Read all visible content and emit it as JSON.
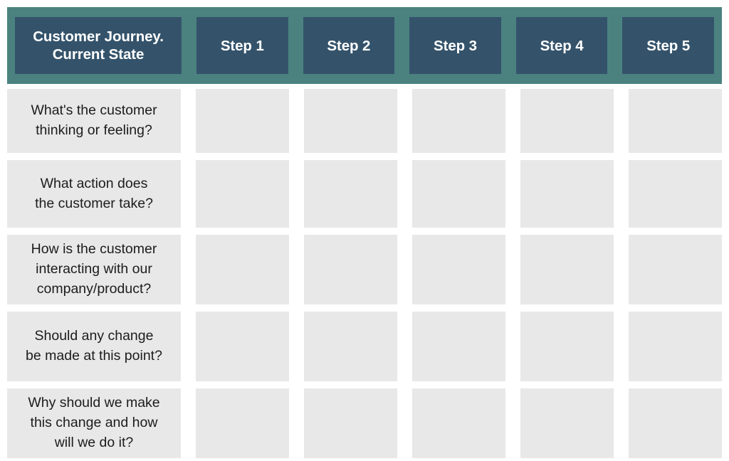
{
  "colors": {
    "band": "#4b8280",
    "header_cell": "#34536b",
    "cell": "#e8e8e8",
    "header_text": "#ffffff",
    "body_text": "#1c1c1c",
    "page_background": "#ffffff"
  },
  "header": {
    "title": "Customer Journey.\nCurrent State",
    "steps": [
      {
        "label": "Step 1"
      },
      {
        "label": "Step 2"
      },
      {
        "label": "Step 3"
      },
      {
        "label": "Step 4"
      },
      {
        "label": "Step 5"
      }
    ]
  },
  "rows": [
    {
      "label": "What's the customer\nthinking or feeling?",
      "cells": [
        "",
        "",
        "",
        "",
        ""
      ]
    },
    {
      "label": "What action does\nthe customer take?",
      "cells": [
        "",
        "",
        "",
        "",
        ""
      ]
    },
    {
      "label": "How is the customer\ninteracting  with our\ncompany/product?",
      "cells": [
        "",
        "",
        "",
        "",
        ""
      ]
    },
    {
      "label": "Should any change\nbe made at this point?",
      "cells": [
        "",
        "",
        "",
        "",
        ""
      ]
    },
    {
      "label": "Why should we make\nthis change and how\nwill we do it?",
      "cells": [
        "",
        "",
        "",
        "",
        ""
      ]
    }
  ]
}
